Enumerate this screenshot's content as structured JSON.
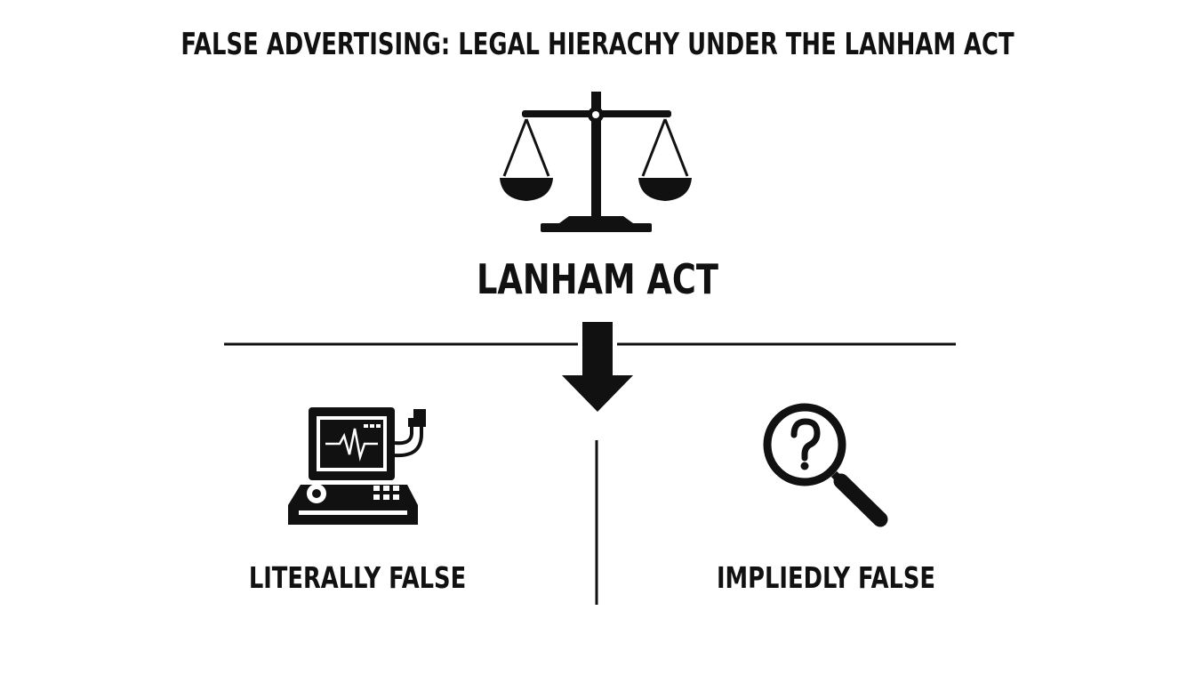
{
  "title": "FALSE ADVERTISING: LEGAL HIERACHY UNDER THE LANHAM ACT",
  "root": {
    "label": "LANHAM ACT",
    "icon": "scales-of-justice-icon"
  },
  "branches": [
    {
      "label": "LITERALLY FALSE",
      "icon": "medical-monitor-device-icon"
    },
    {
      "label": "IMPLIEDLY FALSE",
      "icon": "magnifying-glass-question-icon"
    }
  ],
  "colors": {
    "background": "#ffffff",
    "ink": "#111111"
  }
}
